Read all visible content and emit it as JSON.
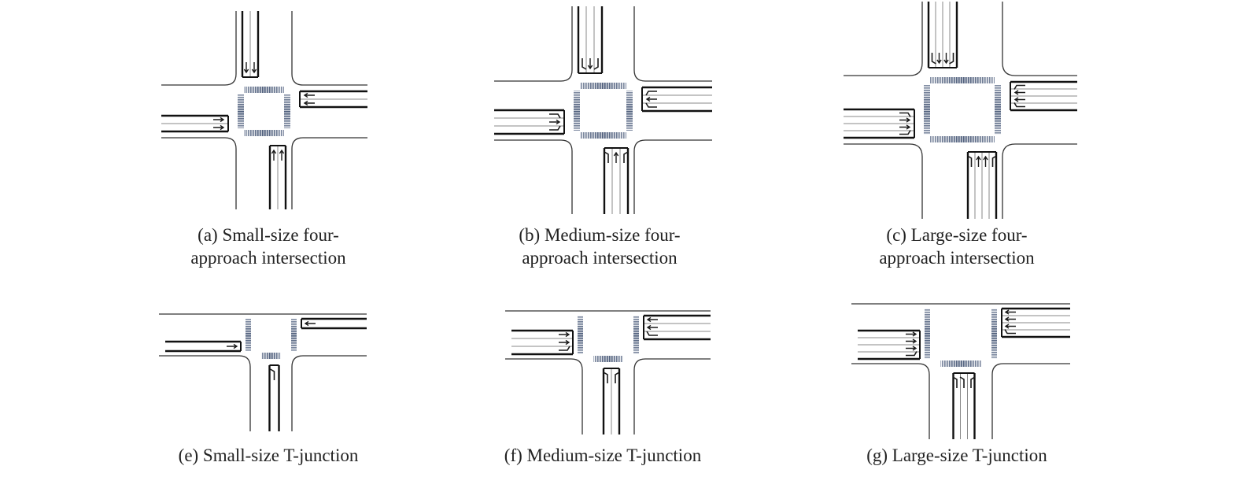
{
  "colors": {
    "road_edge": "#333333",
    "lane_line": "#888888",
    "median": "#111111",
    "crosswalk_dark": "#4a5a78",
    "crosswalk_light": "#dfe3ea",
    "arrow": "#1a1a1a"
  },
  "panels": [
    {
      "id": "a",
      "type": "four-approach",
      "size": "small",
      "caption_line1": "(a) Small-size four-",
      "caption_line2": "approach intersection",
      "lanes_in": 2,
      "lanes_out": 2
    },
    {
      "id": "b",
      "type": "four-approach",
      "size": "medium",
      "caption_line1": "(b) Medium-size four-",
      "caption_line2": "approach intersection",
      "lanes_in": 3,
      "lanes_out": 3
    },
    {
      "id": "c",
      "type": "four-approach",
      "size": "large",
      "caption_line1": "(c) Large-size four-",
      "caption_line2": "approach intersection",
      "lanes_in": 4,
      "lanes_out": 4
    },
    {
      "id": "e",
      "type": "t-junction",
      "size": "small",
      "caption_line1": "(e) Small-size T-junction",
      "caption_line2": "",
      "lanes_in": 1,
      "lanes_out": 1
    },
    {
      "id": "f",
      "type": "t-junction",
      "size": "medium",
      "caption_line1": "(f) Medium-size T-junction",
      "caption_line2": "",
      "lanes_in": 3,
      "lanes_out": 2
    },
    {
      "id": "g",
      "type": "t-junction",
      "size": "large",
      "caption_line1": "(g) Large-size T-junction",
      "caption_line2": "",
      "lanes_in": 4,
      "lanes_out": 3
    }
  ]
}
